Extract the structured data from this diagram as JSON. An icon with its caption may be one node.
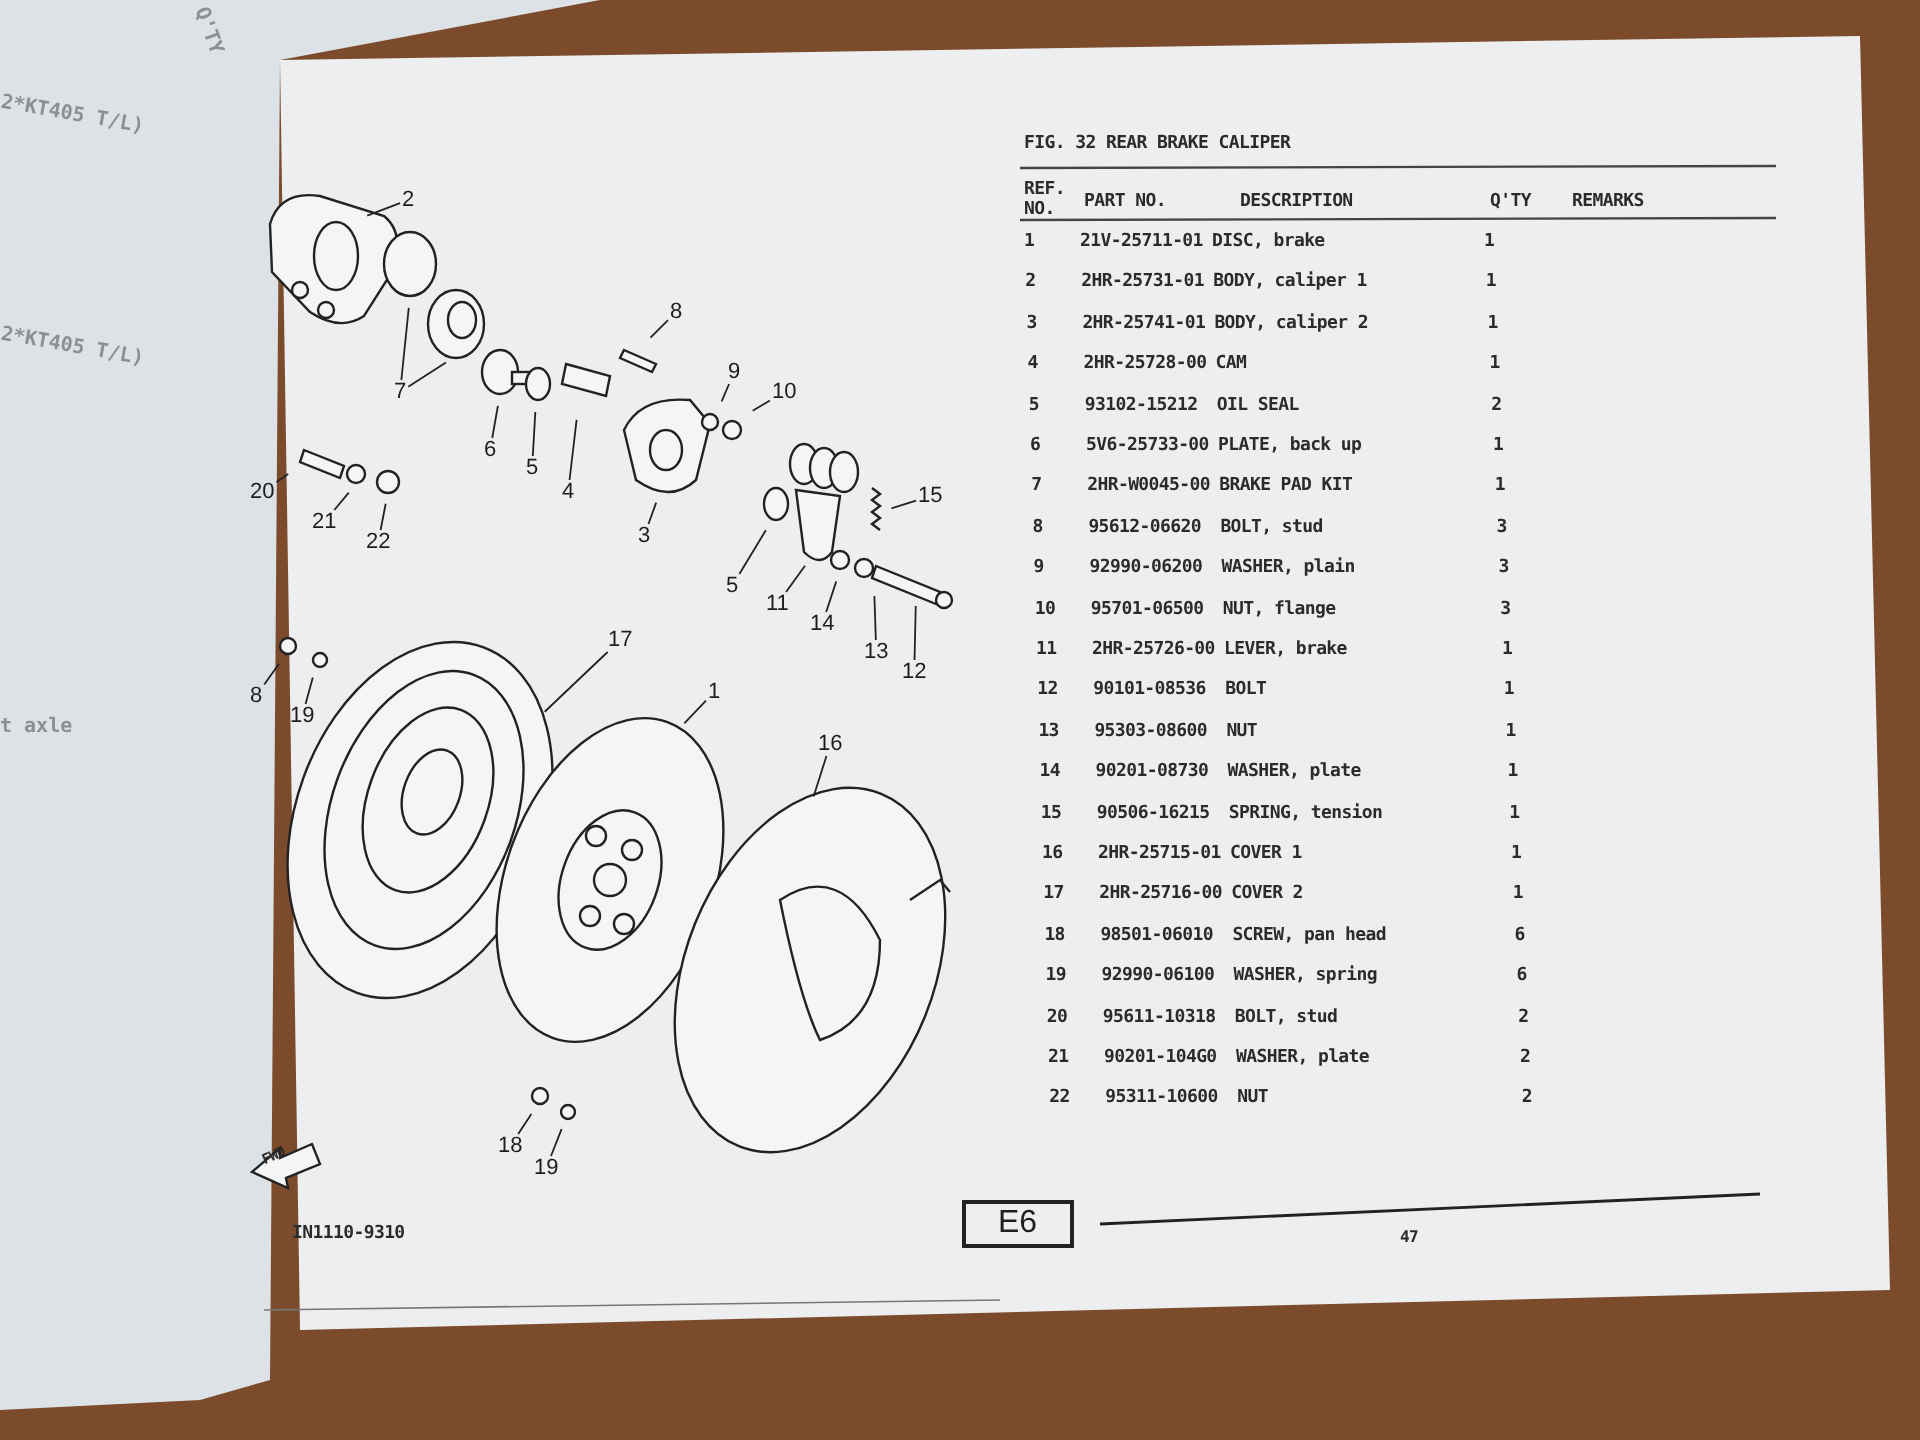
{
  "diagram": {
    "title": "FIG. 32 REAR BRAKE CALIPER",
    "nodes": [
      {
        "text": [
          "2"
        ]
      },
      {
        "text": [
          "7"
        ]
      },
      {
        "text": [
          "6"
        ]
      },
      {
        "text": [
          "5"
        ]
      },
      {
        "text": [
          "4"
        ]
      },
      {
        "text": [
          "8"
        ]
      },
      {
        "text": [
          "9"
        ]
      },
      {
        "text": [
          "10"
        ]
      },
      {
        "text": [
          "3"
        ]
      },
      {
        "text": [
          "20"
        ]
      },
      {
        "text": [
          "21"
        ]
      },
      {
        "text": [
          "22"
        ]
      },
      {
        "text": [
          "5"
        ]
      },
      {
        "text": [
          "11"
        ]
      },
      {
        "text": [
          "15"
        ]
      },
      {
        "text": [
          "14"
        ]
      },
      {
        "text": [
          "13"
        ]
      },
      {
        "text": [
          "12"
        ]
      },
      {
        "text": [
          "8"
        ]
      },
      {
        "text": [
          "19"
        ]
      },
      {
        "text": [
          "17"
        ]
      },
      {
        "text": [
          "1"
        ]
      },
      {
        "text": [
          "16"
        ]
      },
      {
        "text": [
          "18"
        ]
      },
      {
        "text": [
          "19"
        ]
      }
    ],
    "edges": [
      {
        "from": 0,
        "to": null,
        "arrow": "none"
      },
      {
        "from": 1,
        "to": null,
        "arrow": "none"
      },
      {
        "from": 1,
        "to": null,
        "arrow": "none"
      },
      {
        "from": 2,
        "to": null,
        "arrow": "none"
      },
      {
        "from": 3,
        "to": null,
        "arrow": "none"
      },
      {
        "from": 4,
        "to": null,
        "arrow": "none"
      },
      {
        "from": 5,
        "to": null,
        "arrow": "none"
      },
      {
        "from": 6,
        "to": null,
        "arrow": "none"
      },
      {
        "from": 7,
        "to": null,
        "arrow": "none"
      },
      {
        "from": 8,
        "to": null,
        "arrow": "none"
      },
      {
        "from": 9,
        "to": null,
        "arrow": "none"
      },
      {
        "from": 10,
        "to": null,
        "arrow": "none"
      },
      {
        "from": 11,
        "to": null,
        "arrow": "none"
      },
      {
        "from": 12,
        "to": null,
        "arrow": "none"
      },
      {
        "from": 13,
        "to": null,
        "arrow": "none"
      },
      {
        "from": 14,
        "to": null,
        "arrow": "none"
      },
      {
        "from": 15,
        "to": null,
        "arrow": "none"
      },
      {
        "from": 16,
        "to": null,
        "arrow": "none"
      },
      {
        "from": 17,
        "to": null,
        "arrow": "none"
      },
      {
        "from": 18,
        "to": null,
        "arrow": "none"
      },
      {
        "from": 19,
        "to": null,
        "arrow": "none"
      },
      {
        "from": 20,
        "to": null,
        "arrow": "none"
      },
      {
        "from": 21,
        "to": null,
        "arrow": "none"
      },
      {
        "from": 22,
        "to": null,
        "arrow": "none"
      },
      {
        "from": 23,
        "to": null,
        "arrow": "none"
      },
      {
        "from": 24,
        "to": null,
        "arrow": "none"
      }
    ],
    "labels": [
      "Q'TY",
      "2*KT405 T/L)",
      "2*KT405 T/L)",
      "t axle",
      "REF. NO.",
      "PART NO.",
      "DESCRIPTION",
      "Q'TY",
      "REMARKS",
      "1",
      "21V-25711-01",
      "DISC, brake",
      "1",
      "2",
      "2HR-25731-01",
      "BODY, caliper 1",
      "1",
      "3",
      "2HR-25741-01",
      "BODY, caliper 2",
      "1",
      "4",
      "2HR-25728-00",
      "CAM",
      "1",
      "5",
      "93102-15212",
      "OIL SEAL",
      "2",
      "6",
      "5V6-25733-00",
      "PLATE, back up",
      "1",
      "7",
      "2HR-W0045-00",
      "BRAKE PAD KIT",
      "1",
      "8",
      "95612-06620",
      "BOLT, stud",
      "3",
      "9",
      "92990-06200",
      "WASHER, plain",
      "3",
      "10",
      "95701-06500",
      "NUT, flange",
      "3",
      "11",
      "2HR-25726-00",
      "LEVER, brake",
      "1",
      "12",
      "90101-08536",
      "BOLT",
      "1",
      "13",
      "95303-08600",
      "NUT",
      "1",
      "14",
      "90201-08730",
      "WASHER, plate",
      "1",
      "15",
      "90506-16215",
      "SPRING, tension",
      "1",
      "16",
      "2HR-25715-01",
      "COVER 1",
      "1",
      "17",
      "2HR-25716-00",
      "COVER 2",
      "1",
      "18",
      "98501-06010",
      "SCREW, pan head",
      "6",
      "19",
      "92990-06100",
      "WASHER, spring",
      "6",
      "20",
      "95611-10318",
      "BOLT, stud",
      "2",
      "21",
      "90201-104G0",
      "WASHER, plate",
      "2",
      "22",
      "95311-10600",
      "NUT",
      "2",
      "FWD",
      "IN1110-9310",
      "E6",
      "47"
    ]
  }
}
